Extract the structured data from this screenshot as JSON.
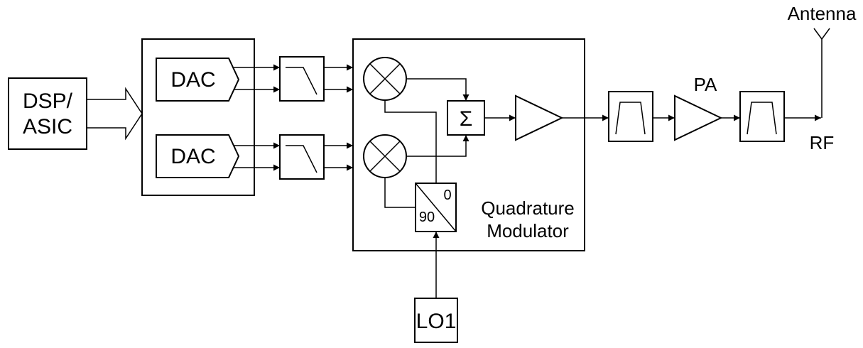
{
  "labels": {
    "dsp_line1": "DSP/",
    "dsp_line2": "ASIC",
    "dac_i": "DAC",
    "dac_q": "DAC",
    "sigma": "Σ",
    "phase_0": "0",
    "phase_90": "90",
    "quad_line1": "Quadrature",
    "quad_line2": "Modulator",
    "lo": "LO1",
    "pa": "PA",
    "antenna": "Antenna",
    "rf": "RF"
  },
  "colors": {
    "stroke": "#000000",
    "background": "#ffffff"
  }
}
